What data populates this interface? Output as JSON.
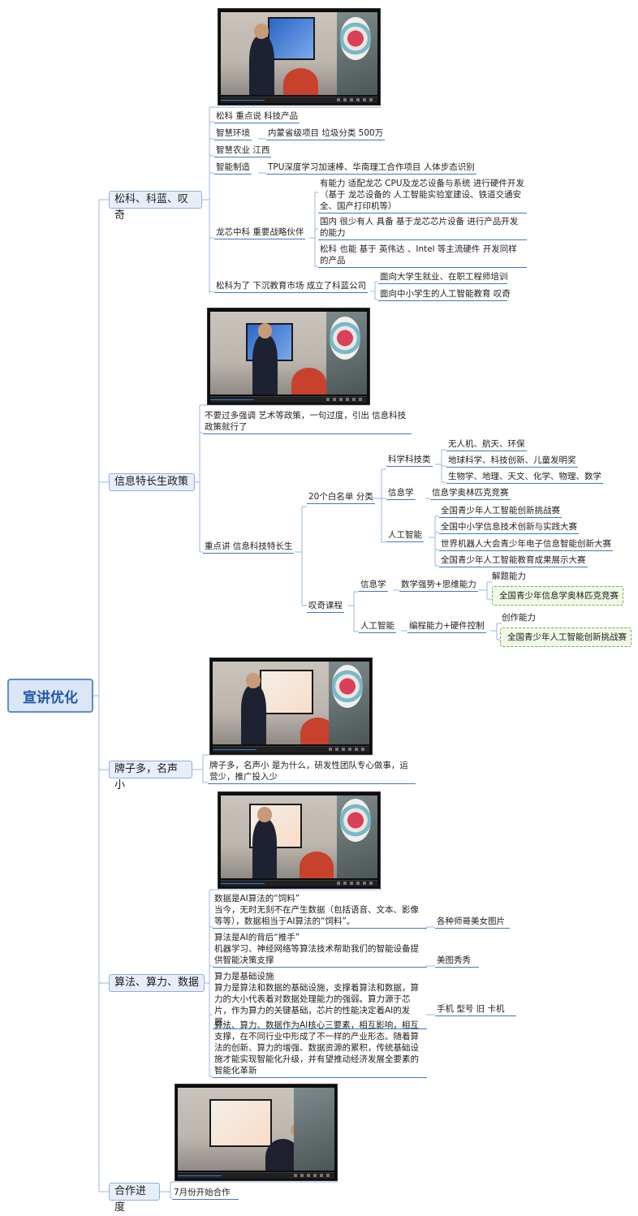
{
  "root": "宣讲优化",
  "branches": {
    "b1": {
      "label": "松科、科蓝、叹奇",
      "items": {
        "a": "松科 重点说 科技产品",
        "b": "智慧环境",
        "b_child": "内蒙省级项目 垃圾分类 500万",
        "c": "智慧农业 江西",
        "d": "智能制造",
        "d_child": "TPU深度学习加速棒、华南理工合作项目 人体步态识别",
        "e": "龙芯中科 重要战略伙伴",
        "e_children": [
          "有能力 适配龙芯 CPU及龙芯设备与系统 进行硬件开发（基于 龙芯设备的 人工智能实验室建设、铁道交通安全、国产打印机等）",
          "国内 很少有人 具备 基于龙芯芯片设备 进行产品开发的能力",
          "松科 也能 基于 英伟达 、Intel 等主流硬件 开发同样的产品"
        ],
        "f": "松科为了 下沉教育市场 成立了科蓝公司",
        "f_children": [
          "面向大学生就业、在职工程师培训",
          "面向中小学生的人工智能教育 叹奇"
        ]
      }
    },
    "b2": {
      "label": "信息特长生政策",
      "note": "不要过多强调 艺术等政策，一句过度，引出 信息科技 政策就行了",
      "focus": "重点讲 信息科技特长生",
      "whitelist": "20个白名单 分类",
      "sci": "科学科技类",
      "sci_children": [
        "无人机、航天、环保",
        "地球科学、科技创新、儿童发明奖",
        "生物学、地理、天文、化学、物理、数学"
      ],
      "info": "信息学",
      "info_child": "信息学奥林匹克竞赛",
      "ai": "人工智能",
      "ai_children": [
        "全国青少年人工智能创新挑战赛",
        "全国中小学信息技术创新与实践大赛",
        "世界机器人大会青少年电子信息智能创新大赛",
        "全国青少年人工智能教育成果展示大赛"
      ],
      "course": "叹奇课程",
      "course_info": "信息学",
      "course_info_child": "数学强势+思维能力",
      "course_info_leaf": "解题能力",
      "course_info_hl": "全国青少年信息学奥林匹克竞赛",
      "course_ai": "人工智能",
      "course_ai_child": "编程能力+硬件控制",
      "course_ai_leaf": "创作能力",
      "course_ai_hl": "全国青少年人工智能创新挑战赛"
    },
    "b3": {
      "label": "牌子多，名声小",
      "note": "牌子多，名声小 是为什么，研发性团队专心做事，运营少，推广投入少"
    },
    "b4": {
      "label": "算法、算力、数据",
      "items": [
        {
          "text": "数据是AI算法的“饲料”\n当今，无时无刻不在产生数据（包括语音、文本、影像等等），数据相当于AI算法的“饲料”。",
          "child": "各种师哥美女图片"
        },
        {
          "text": "算法是AI的背后“推手”\n机器学习、神经网络等算法技术帮助我们的智能设备提供智能决策支撑",
          "child": "美图秀秀"
        },
        {
          "text": "算力是基础设施\n算力是算法和数据的基础设施，支撑着算法和数据，算力的大小代表着对数据处理能力的强弱。算力源于芯片，作为算力的关键基础，芯片的性能决定着AI的发展。",
          "child": "手机 型号 旧 卡机"
        },
        {
          "text": "算法、算力、数据作为AI核心三要素，相互影响，相互支撑，在不同行业中形成了不一样的产业形态。随着算法的创新、算力的增强、数据资源的累积，传统基础设施才能实现智能化升级，并有望推动经济发展全要素的智能化革新",
          "child": ""
        }
      ]
    },
    "b5": {
      "label": "合作进度",
      "note": "7月份开始合作"
    }
  },
  "colors": {
    "line": "#3e78c6",
    "connector": "#9fb6d8",
    "root_fill": "#dbe6f6",
    "root_border": "#5c8ed0",
    "highlight_border": "#7aa84a",
    "highlight_fill": "#f2f8e6"
  },
  "images": [
    "presenter-photo",
    "presenter-photo",
    "presenter-photo",
    "presenter-photo",
    "presenter-photo"
  ]
}
